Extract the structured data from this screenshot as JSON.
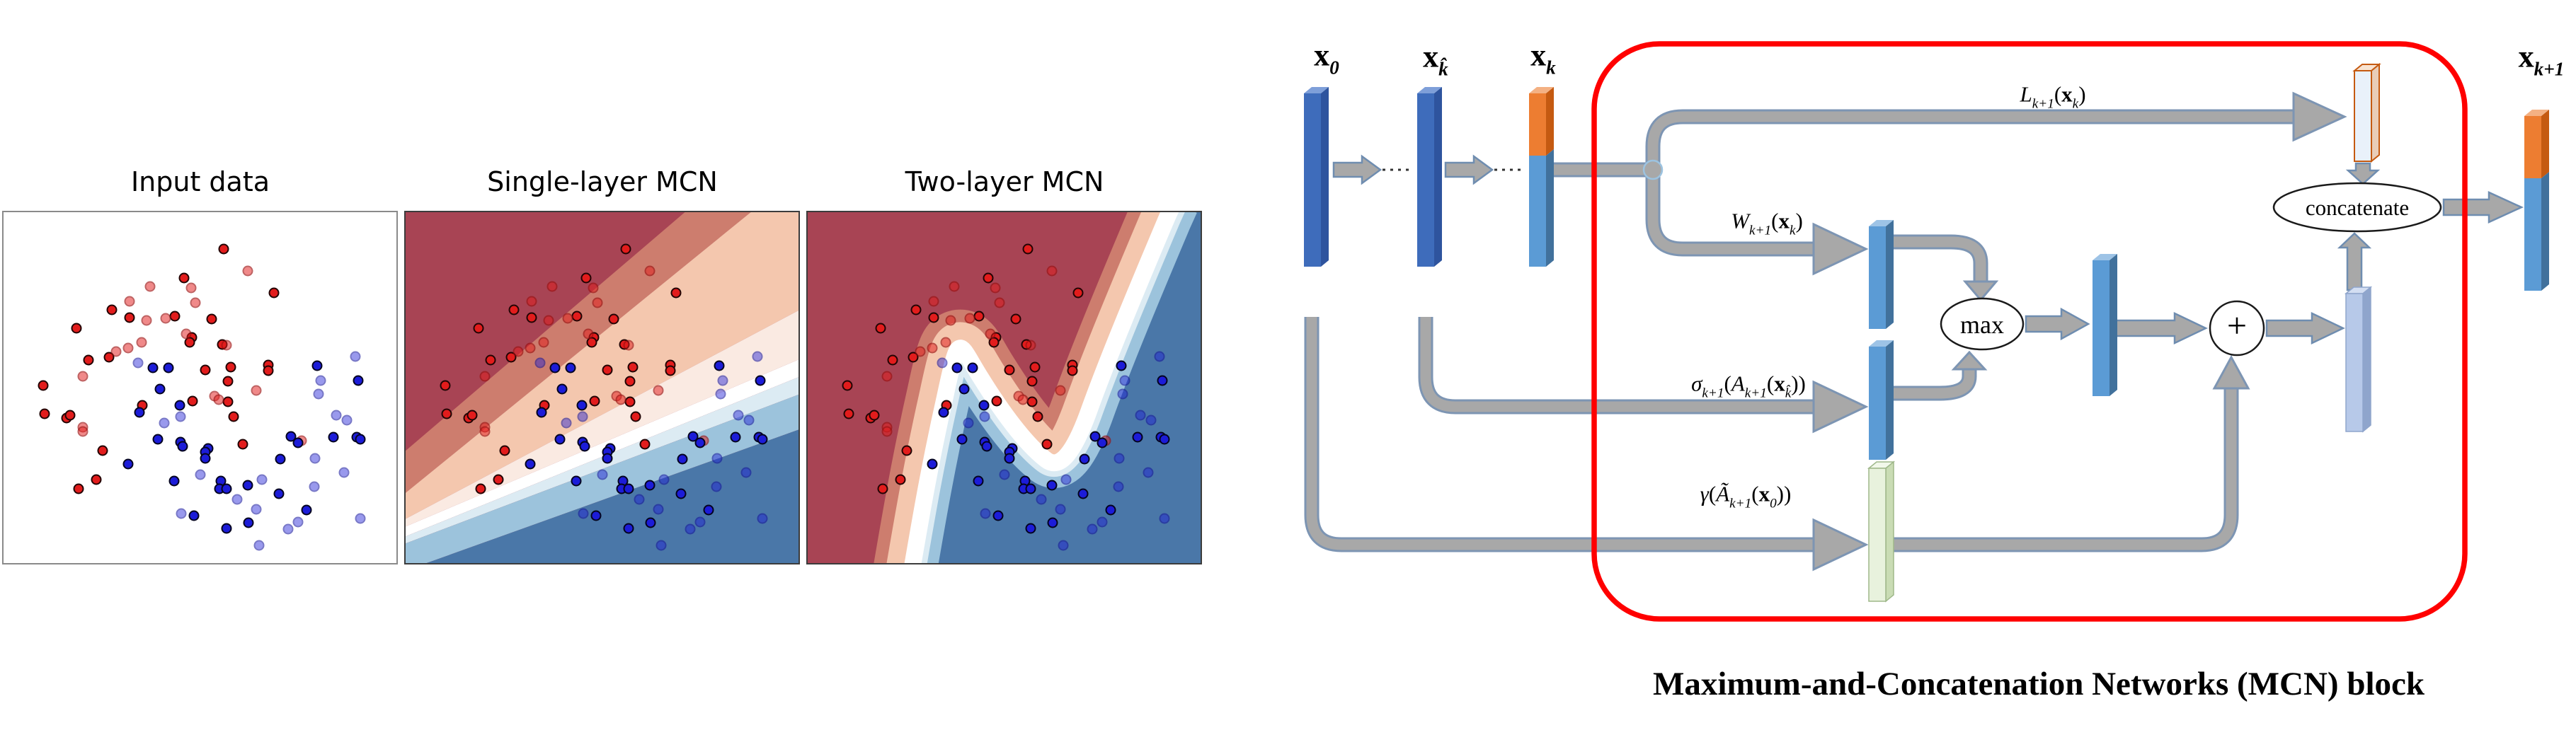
{
  "figure": {
    "panels": [
      {
        "title": "Input data"
      },
      {
        "title": "Single-layer MCN"
      },
      {
        "title": "Two-layer MCN"
      }
    ],
    "caption": "Maximum-and-Concatenation Networks (MCN) block",
    "nodes": {
      "max": "max",
      "plus": "+",
      "concatenate": "concatenate"
    },
    "math_labels": {
      "x0": [
        [
          "bf",
          "x"
        ],
        [
          "sub",
          "0"
        ]
      ],
      "xkhat": [
        [
          "bf",
          "x"
        ],
        [
          "sub",
          "k̂"
        ]
      ],
      "xk": [
        [
          "bf",
          "x"
        ],
        [
          "sub",
          "k"
        ]
      ],
      "xk1": [
        [
          "bf",
          "x"
        ],
        [
          "sub",
          "k+1"
        ]
      ],
      "L": [
        [
          "it",
          "L"
        ],
        [
          "sub",
          "k+1"
        ],
        [
          "n",
          "("
        ],
        [
          "bf",
          "x"
        ],
        [
          "sub",
          "k"
        ],
        [
          "n",
          ")"
        ]
      ],
      "W": [
        [
          "it",
          "W"
        ],
        [
          "sub",
          "k+1"
        ],
        [
          "n",
          "("
        ],
        [
          "bf",
          "x"
        ],
        [
          "sub",
          "k"
        ],
        [
          "n",
          ")"
        ]
      ],
      "sigma": [
        [
          "it",
          "σ"
        ],
        [
          "sub",
          "k+1"
        ],
        [
          "n",
          "("
        ],
        [
          "it",
          "A"
        ],
        [
          "sub",
          "k+1"
        ],
        [
          "n",
          "("
        ],
        [
          "bf",
          "x"
        ],
        [
          "sub",
          "k̂"
        ],
        [
          "n",
          "))"
        ]
      ],
      "gamma": [
        [
          "it",
          "γ"
        ],
        [
          "n",
          "("
        ],
        [
          "it",
          "Ã"
        ],
        [
          "sub",
          "k+1"
        ],
        [
          "n",
          "("
        ],
        [
          "bf",
          "x"
        ],
        [
          "sub",
          "0"
        ],
        [
          "n",
          "))"
        ]
      ]
    },
    "scatter": {
      "classes": {
        "r": {
          "desc": "class-1 point (solid red)",
          "color": "#e21c1c"
        },
        "rl": {
          "desc": "class-1 point (faded red)",
          "color": "rgba(226,28,28,0.52)"
        },
        "b": {
          "desc": "class-2 point (solid blue)",
          "color": "#1c1cd8"
        },
        "bl": {
          "desc": "class-2 point (faded blue)",
          "color": "rgba(28,28,216,0.45)"
        }
      },
      "points": [
        [
          56.0,
          10.4,
          "r"
        ],
        [
          45.9,
          18.8,
          "r"
        ],
        [
          68.9,
          23.0,
          "r"
        ],
        [
          27.6,
          27.8,
          "r"
        ],
        [
          32.0,
          30.0,
          "r"
        ],
        [
          43.6,
          29.6,
          "r"
        ],
        [
          52.9,
          30.4,
          "r"
        ],
        [
          18.6,
          33.0,
          "r"
        ],
        [
          47.9,
          35.6,
          "r"
        ],
        [
          47.3,
          37.1,
          "r"
        ],
        [
          55.6,
          37.8,
          "r"
        ],
        [
          26.8,
          41.4,
          "r"
        ],
        [
          21.6,
          42.2,
          "r"
        ],
        [
          51.4,
          44.9,
          "r"
        ],
        [
          57.8,
          44.1,
          "r"
        ],
        [
          67.4,
          43.6,
          "r"
        ],
        [
          67.3,
          45.1,
          "r"
        ],
        [
          10.0,
          49.4,
          "r"
        ],
        [
          57.2,
          54.0,
          "r"
        ],
        [
          48.1,
          53.8,
          "r"
        ],
        [
          35.4,
          55.1,
          "r"
        ],
        [
          10.5,
          57.5,
          "r"
        ],
        [
          16.1,
          58.6,
          "r"
        ],
        [
          16.9,
          57.9,
          "r"
        ],
        [
          58.6,
          58.3,
          "r"
        ],
        [
          57.2,
          48.2,
          "r"
        ],
        [
          60.9,
          66.1,
          "r"
        ],
        [
          25.3,
          68.0,
          "r"
        ],
        [
          23.6,
          76.3,
          "r"
        ],
        [
          19.1,
          78.8,
          "r"
        ],
        [
          62.1,
          16.7,
          "rl"
        ],
        [
          47.7,
          21.6,
          "rl"
        ],
        [
          37.3,
          21.2,
          "rl"
        ],
        [
          48.8,
          25.9,
          "rl"
        ],
        [
          32.1,
          25.5,
          "rl"
        ],
        [
          36.4,
          30.9,
          "rl"
        ],
        [
          41.2,
          30.2,
          "rl"
        ],
        [
          46.4,
          34.6,
          "rl"
        ],
        [
          35.2,
          37.0,
          "rl"
        ],
        [
          56.8,
          37.9,
          "rl"
        ],
        [
          31.8,
          38.7,
          "rl"
        ],
        [
          28.7,
          39.8,
          "rl"
        ],
        [
          20.1,
          46.7,
          "rl"
        ],
        [
          53.7,
          52.4,
          "rl"
        ],
        [
          54.7,
          53.4,
          "rl"
        ],
        [
          64.4,
          50.9,
          "rl"
        ],
        [
          20.1,
          61.2,
          "rl"
        ],
        [
          20.2,
          62.4,
          "rl"
        ],
        [
          75.9,
          65.1,
          "rl"
        ],
        [
          38.1,
          44.3,
          "b"
        ],
        [
          42.0,
          44.3,
          "b"
        ],
        [
          79.9,
          43.7,
          "b"
        ],
        [
          90.2,
          47.9,
          "b"
        ],
        [
          39.8,
          50.4,
          "b"
        ],
        [
          44.8,
          55.1,
          "b"
        ],
        [
          34.6,
          57.1,
          "b"
        ],
        [
          39.3,
          64.8,
          "b"
        ],
        [
          45.0,
          65.6,
          "b"
        ],
        [
          45.5,
          66.7,
          "b"
        ],
        [
          73.2,
          63.9,
          "b"
        ],
        [
          75.0,
          65.7,
          "b"
        ],
        [
          83.9,
          64.1,
          "b"
        ],
        [
          89.9,
          64.1,
          "b"
        ],
        [
          90.9,
          64.7,
          "b"
        ],
        [
          52.1,
          67.4,
          "b"
        ],
        [
          51.3,
          68.4,
          "b"
        ],
        [
          51.4,
          70.1,
          "b"
        ],
        [
          31.7,
          71.8,
          "b"
        ],
        [
          70.4,
          70.4,
          "b"
        ],
        [
          43.5,
          76.7,
          "b"
        ],
        [
          55.4,
          76.6,
          "b"
        ],
        [
          54.9,
          78.8,
          "b"
        ],
        [
          56.8,
          78.9,
          "b"
        ],
        [
          62.2,
          77.9,
          "b"
        ],
        [
          70.1,
          80.2,
          "b"
        ],
        [
          48.4,
          86.5,
          "b"
        ],
        [
          56.7,
          90.1,
          "b"
        ],
        [
          62.3,
          88.5,
          "b"
        ],
        [
          77.2,
          84.8,
          "b"
        ],
        [
          34.2,
          42.9,
          "bl"
        ],
        [
          89.5,
          41.1,
          "bl"
        ],
        [
          80.7,
          48.0,
          "bl"
        ],
        [
          80.2,
          51.8,
          "bl"
        ],
        [
          45.1,
          58.3,
          "bl"
        ],
        [
          40.9,
          60.1,
          "bl"
        ],
        [
          84.7,
          57.8,
          "bl"
        ],
        [
          87.3,
          59.3,
          "bl"
        ],
        [
          79.2,
          70.1,
          "bl"
        ],
        [
          50.1,
          74.8,
          "bl"
        ],
        [
          86.7,
          74.1,
          "bl"
        ],
        [
          65.8,
          76.2,
          "bl"
        ],
        [
          59.4,
          81.8,
          "bl"
        ],
        [
          79.1,
          78.2,
          "bl"
        ],
        [
          64.3,
          84.6,
          "bl"
        ],
        [
          45.2,
          85.9,
          "bl"
        ],
        [
          72.4,
          90.3,
          "bl"
        ],
        [
          74.9,
          88.3,
          "bl"
        ],
        [
          90.8,
          87.2,
          "bl"
        ],
        [
          65.1,
          95.0,
          "bl"
        ]
      ]
    },
    "colors": {
      "region_dark_red": "#a84454",
      "region_salmon": "#cd7d6e",
      "region_peach": "#f4c7ae",
      "region_warm_white": "#faeae2",
      "region_white": "#ffffff",
      "region_pale_blue": "#dcebf3",
      "region_light_blue": "#9cc3dc",
      "region_steel_blue": "#4a77a8",
      "bar_royal_blue": "#3e6cbb",
      "bar_office_blue": "#5b9bd5",
      "bar_orange": "#ed7d31",
      "bar_pale_output": "#e9f1fa",
      "bar_light_blue": "#b7c9e9",
      "bar_pale_green": "#e8f2dd",
      "pipe_gray": "#a8a8a8",
      "pipe_edge": "#7d95b3",
      "mcn_block_red": "#ff0000"
    }
  }
}
